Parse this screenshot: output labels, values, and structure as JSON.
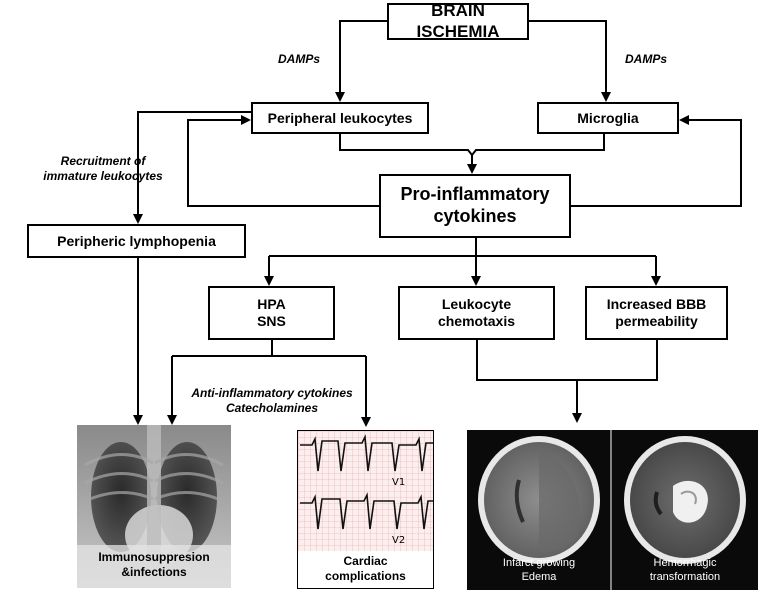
{
  "nodes": {
    "brain_ischemia": "BRAIN ISCHEMIA",
    "peripheral_leukocytes": "Peripheral leukocytes",
    "microglia": "Microglia",
    "pro_inflammatory": [
      "Pro-inflammatory",
      "cytokines"
    ],
    "peripheric_lymphopenia": "Peripheric lymphopenia",
    "hpa_sns": [
      "HPA",
      "SNS"
    ],
    "leukocyte_chemotaxis": [
      "Leukocyte",
      "chemotaxis"
    ],
    "bbb_permeability": [
      "Increased BBB",
      "permeability"
    ]
  },
  "edge_labels": {
    "damps_left": "DAMPs",
    "damps_right": "DAMPs",
    "recruitment": [
      "Recruitment of",
      "immature leukocytes"
    ],
    "anti_inflammatory": [
      "Anti-inflammatory cytokines",
      "Catecholamines"
    ]
  },
  "images": {
    "xray_caption": [
      "Immunosuppresion",
      "&infections"
    ],
    "ecg_caption": [
      "Cardiac",
      "complications"
    ],
    "ecg_leads": [
      "V1",
      "V2"
    ],
    "ct_left_caption": [
      "Infarct growing",
      "Edema"
    ],
    "ct_right_caption": [
      "Hemorrhagic",
      "transformation"
    ]
  },
  "colors": {
    "line": "#000000",
    "box_border": "#000000",
    "ecg_grid": "#e9a0a0",
    "ct_background": "#0a0a0a",
    "caption_light": "#ffffff"
  }
}
